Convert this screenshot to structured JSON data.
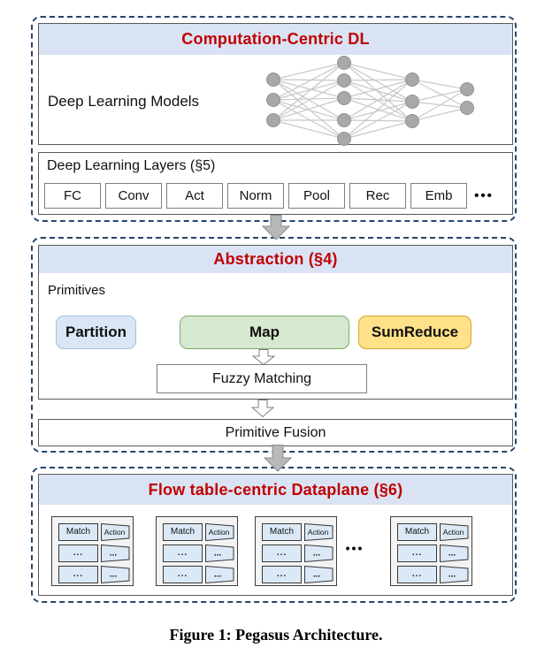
{
  "colors": {
    "dashed_border": "#24466e",
    "header_band_bg": "#dae3f3",
    "title_red": "#c00000",
    "partition_bg": "#dae6f5",
    "partition_border": "#a3bede",
    "map_bg": "#d6e8d0",
    "map_border": "#7fae63",
    "sumreduce_bg": "#ffe189",
    "sumreduce_border": "#d4a72c",
    "flow_group_bg": "#f3f3f3",
    "flow_cell_bg": "#dbe9f7",
    "network_node_gray": "#a8a8a8",
    "block_arrow_gray": "#b8b8b8"
  },
  "sections": {
    "computation": {
      "title": "Computation-Centric DL",
      "models_label": "Deep Learning Models",
      "layers_label": "Deep Learning Layers (§5)",
      "layers": [
        "FC",
        "Conv",
        "Act",
        "Norm",
        "Pool",
        "Rec",
        "Emb"
      ],
      "layers_ellipsis": "•••"
    },
    "abstraction": {
      "title": "Abstraction (§4)",
      "primitives_label": "Primitives",
      "primitives": [
        "Partition",
        "Map",
        "SumReduce"
      ],
      "fuzzy_matching_label": "Fuzzy Matching",
      "primitive_fusion_label": "Primitive Fusion"
    },
    "dataplane": {
      "title": "Flow table-centric Dataplane (§6)",
      "match_label": "Match",
      "action_label": "Action",
      "row_placeholder": "...",
      "group_ellipsis": "•••"
    }
  },
  "caption": "Figure 1: Pegasus Architecture."
}
